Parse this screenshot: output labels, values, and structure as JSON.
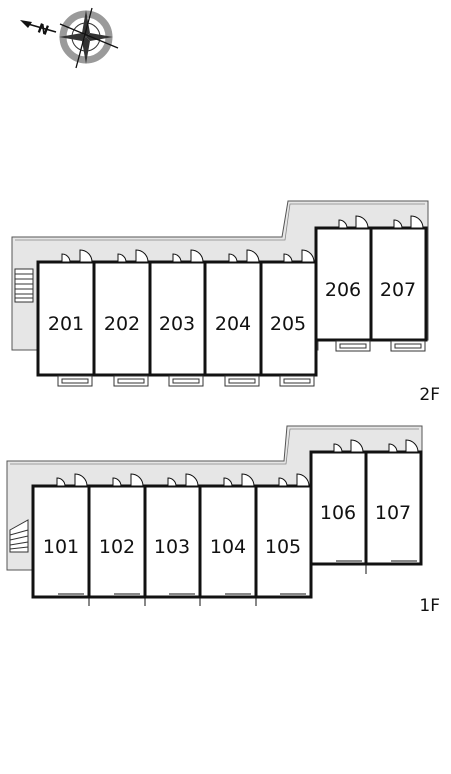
{
  "compass": {
    "north_label": "N",
    "icon": "compass-rose-icon"
  },
  "floors": [
    {
      "label": "2F",
      "rooms": [
        "201",
        "202",
        "203",
        "204",
        "205",
        "206",
        "207"
      ]
    },
    {
      "label": "1F",
      "rooms": [
        "101",
        "102",
        "103",
        "104",
        "105",
        "106",
        "107"
      ]
    }
  ],
  "colors": {
    "line": "#111111",
    "corridor_fill": "#e6e6e6",
    "compass_ring": "#9a9a9a"
  }
}
